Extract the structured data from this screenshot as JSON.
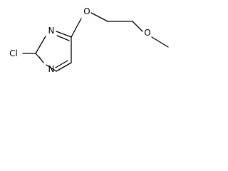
{
  "molecule": {
    "atoms": {
      "chlorine": "Cl",
      "ring_n_top": "N",
      "ring_n_bottom": "N",
      "ether_o_ring": "O",
      "ether_o_methoxy": "O"
    },
    "colors": {
      "bond": "#000000",
      "label": "#000000",
      "background": "#ffffff"
    }
  }
}
